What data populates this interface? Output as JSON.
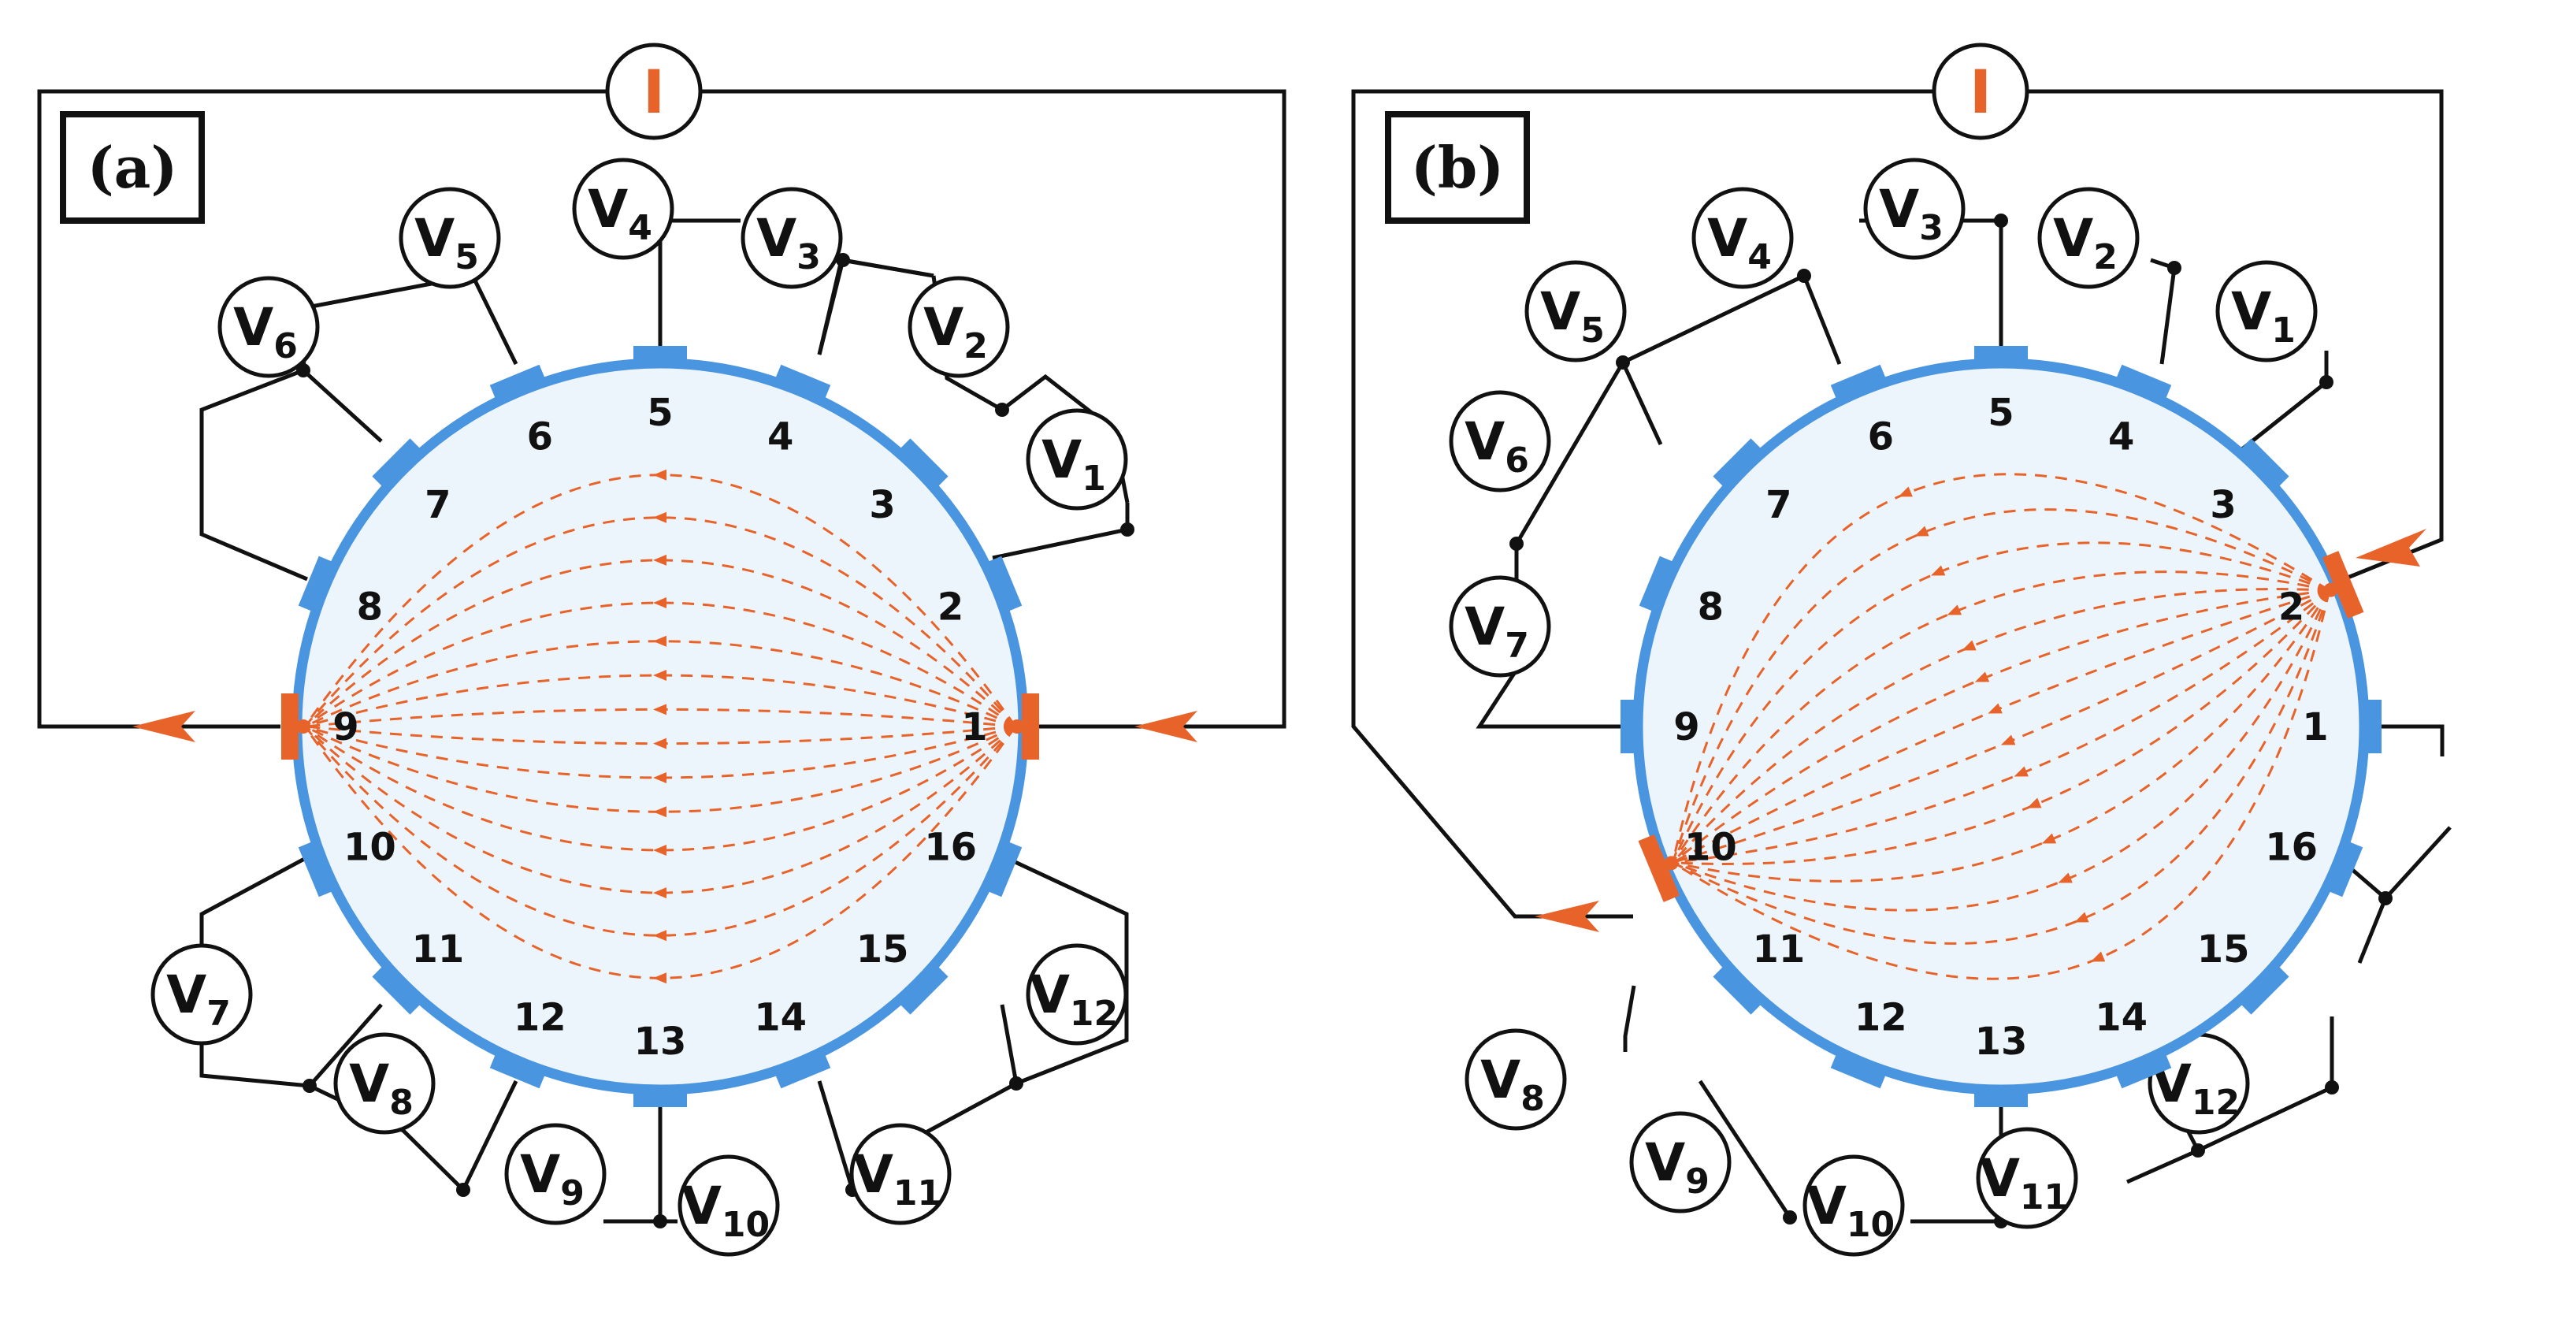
{
  "panels": [
    {
      "label": "(a)",
      "current_label": "I",
      "contact_numbers": [
        "1",
        "2",
        "3",
        "4",
        "5",
        "6",
        "7",
        "8",
        "9",
        "10",
        "11",
        "12",
        "13",
        "14",
        "15",
        "16"
      ],
      "current_injection_contacts": [
        "1",
        "9"
      ],
      "voltmeters": [
        {
          "base": "V",
          "sub": "1"
        },
        {
          "base": "V",
          "sub": "2"
        },
        {
          "base": "V",
          "sub": "3"
        },
        {
          "base": "V",
          "sub": "4"
        },
        {
          "base": "V",
          "sub": "5"
        },
        {
          "base": "V",
          "sub": "6"
        },
        {
          "base": "V",
          "sub": "7"
        },
        {
          "base": "V",
          "sub": "8"
        },
        {
          "base": "V",
          "sub": "9"
        },
        {
          "base": "V",
          "sub": "10"
        },
        {
          "base": "V",
          "sub": "11"
        },
        {
          "base": "V",
          "sub": "12"
        }
      ]
    },
    {
      "label": "(b)",
      "current_label": "I",
      "contact_numbers": [
        "1",
        "2",
        "3",
        "4",
        "5",
        "6",
        "7",
        "8",
        "9",
        "10",
        "11",
        "12",
        "13",
        "14",
        "15",
        "16"
      ],
      "current_injection_contacts": [
        "2",
        "10"
      ],
      "voltmeters": [
        {
          "base": "V",
          "sub": "1"
        },
        {
          "base": "V",
          "sub": "2"
        },
        {
          "base": "V",
          "sub": "3"
        },
        {
          "base": "V",
          "sub": "4"
        },
        {
          "base": "V",
          "sub": "5"
        },
        {
          "base": "V",
          "sub": "6"
        },
        {
          "base": "V",
          "sub": "7"
        },
        {
          "base": "V",
          "sub": "8"
        },
        {
          "base": "V",
          "sub": "9"
        },
        {
          "base": "V",
          "sub": "10"
        },
        {
          "base": "V",
          "sub": "11"
        },
        {
          "base": "V",
          "sub": "12"
        }
      ]
    }
  ],
  "colors": {
    "wire": "#111111",
    "disk_fill": "#edf5fc",
    "disk_edge": "#4a95e0",
    "current": "#e8632a"
  }
}
